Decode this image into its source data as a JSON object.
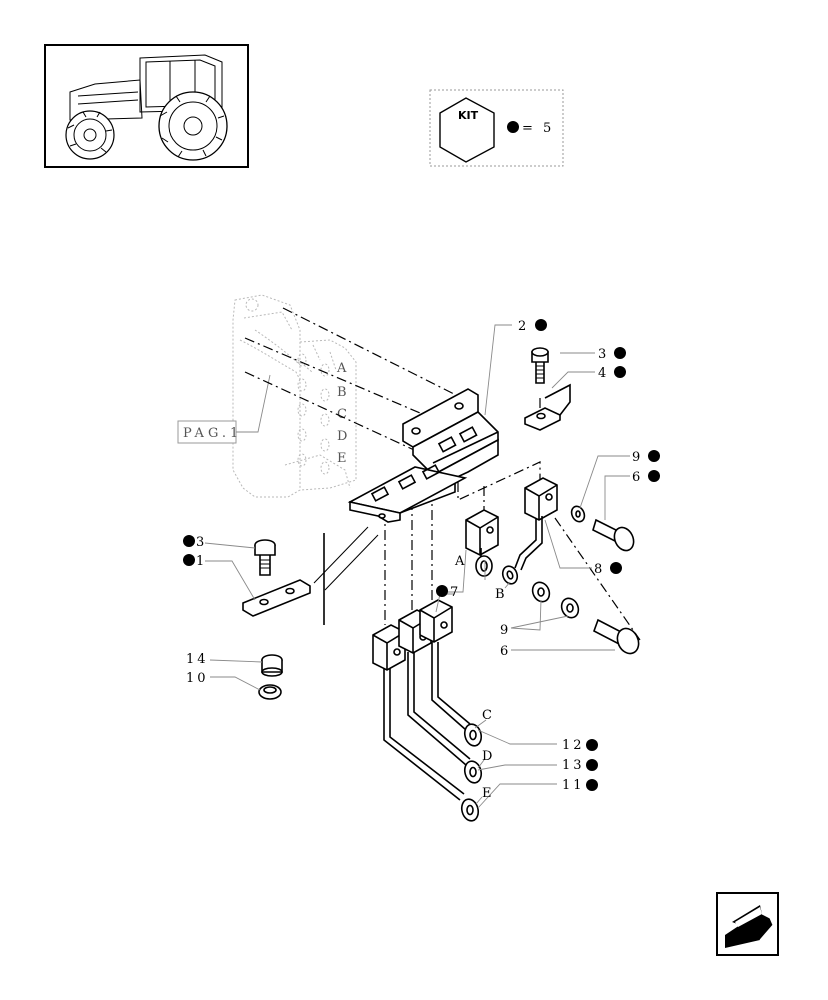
{
  "kit_box": {
    "icon_text": "KIT",
    "equals_text": "= 5"
  },
  "page_reference": "PAG.1",
  "letters": {
    "a": "A",
    "b": "B",
    "c": "C",
    "d": "D",
    "e": "E"
  },
  "callouts": {
    "n1": "1",
    "n2": "2",
    "n3": "3",
    "n4": "4",
    "n6": "6",
    "n7": "7",
    "n8": "8",
    "n9": "9",
    "n10": "10",
    "n11": "11",
    "n12": "12",
    "n13": "13",
    "n14": "14"
  },
  "icons": {
    "thumbnail": "tractor-thumbnail-icon",
    "kit": "kit-cube-icon",
    "kit_marker": "filled-circle-icon",
    "nav": "previous-page-arrow-icon"
  },
  "colors": {
    "ink": "#000000",
    "leader": "#8a8a8a",
    "ghost": "#b9b9b9"
  }
}
